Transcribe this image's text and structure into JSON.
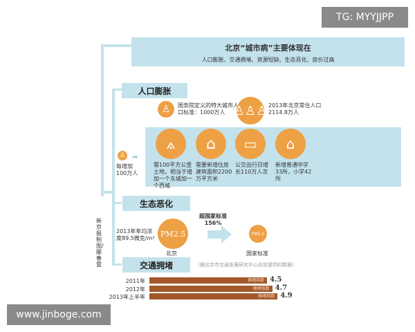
{
  "watermarks": {
    "top": "TG: MYYJJPP",
    "bottom": "www.jinboge.com"
  },
  "title": {
    "main": "北京“城市病”主要体现在",
    "sub": "人口膨胀、交通拥堵、资源短缺、生态恶化、房价过高"
  },
  "credit": "新京报制图/郦春雷",
  "population": {
    "header": "人口膨胀",
    "standard": "国务院定义的特大城市人口标准：1000万人",
    "resident": "2013年北京常住人口2114.8万人",
    "per_increase": "每增加100万人",
    "impacts": [
      {
        "icon": "compass-icon",
        "text": "需100平方公里土地，相当于增加一个东城加一个西城"
      },
      {
        "icon": "house-icon",
        "text": "需要新增住房建筑面积2200万平方米"
      },
      {
        "icon": "bus-icon",
        "text": "公交出行日增长110万人次"
      },
      {
        "icon": "school-icon",
        "text": "新增普通中学33所，小学42所"
      }
    ]
  },
  "ecology": {
    "header": "生态恶化",
    "concentration": "2013年年均浓度89.5微克/m³",
    "pm_label": "PM2.5",
    "beijing": "北京",
    "exceed": "超国家标准156%",
    "national": "国家标准"
  },
  "traffic": {
    "header": "交通拥堵",
    "source": "（据北京市交通发展研究中心此前提供的数据）",
    "bar_label": "拥堵指数",
    "color": "#a4582a",
    "rows": [
      {
        "year": "2011年",
        "value": 4.5
      },
      {
        "year": "2012年",
        "value": 4.7
      },
      {
        "year": "2013年上半年",
        "value": 4.9
      }
    ]
  }
}
